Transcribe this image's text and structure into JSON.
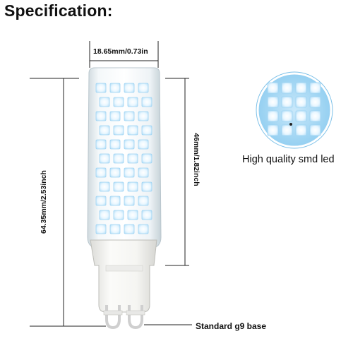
{
  "title": "Specification:",
  "width_label": "18.65mm/0.73in",
  "total_height_label": "64.35mm/2.53inch",
  "body_height_label": "46mm/1.82inch",
  "detail_caption": "High quality smd led",
  "base_caption": "Standard g9 base",
  "colors": {
    "led_white": "#f4fbff",
    "led_glow": "#d9f1ff",
    "housing": "#eef3f6",
    "base": "#f6f6f4",
    "pin": "#cfcfcf",
    "dimension_line": "#222222"
  }
}
